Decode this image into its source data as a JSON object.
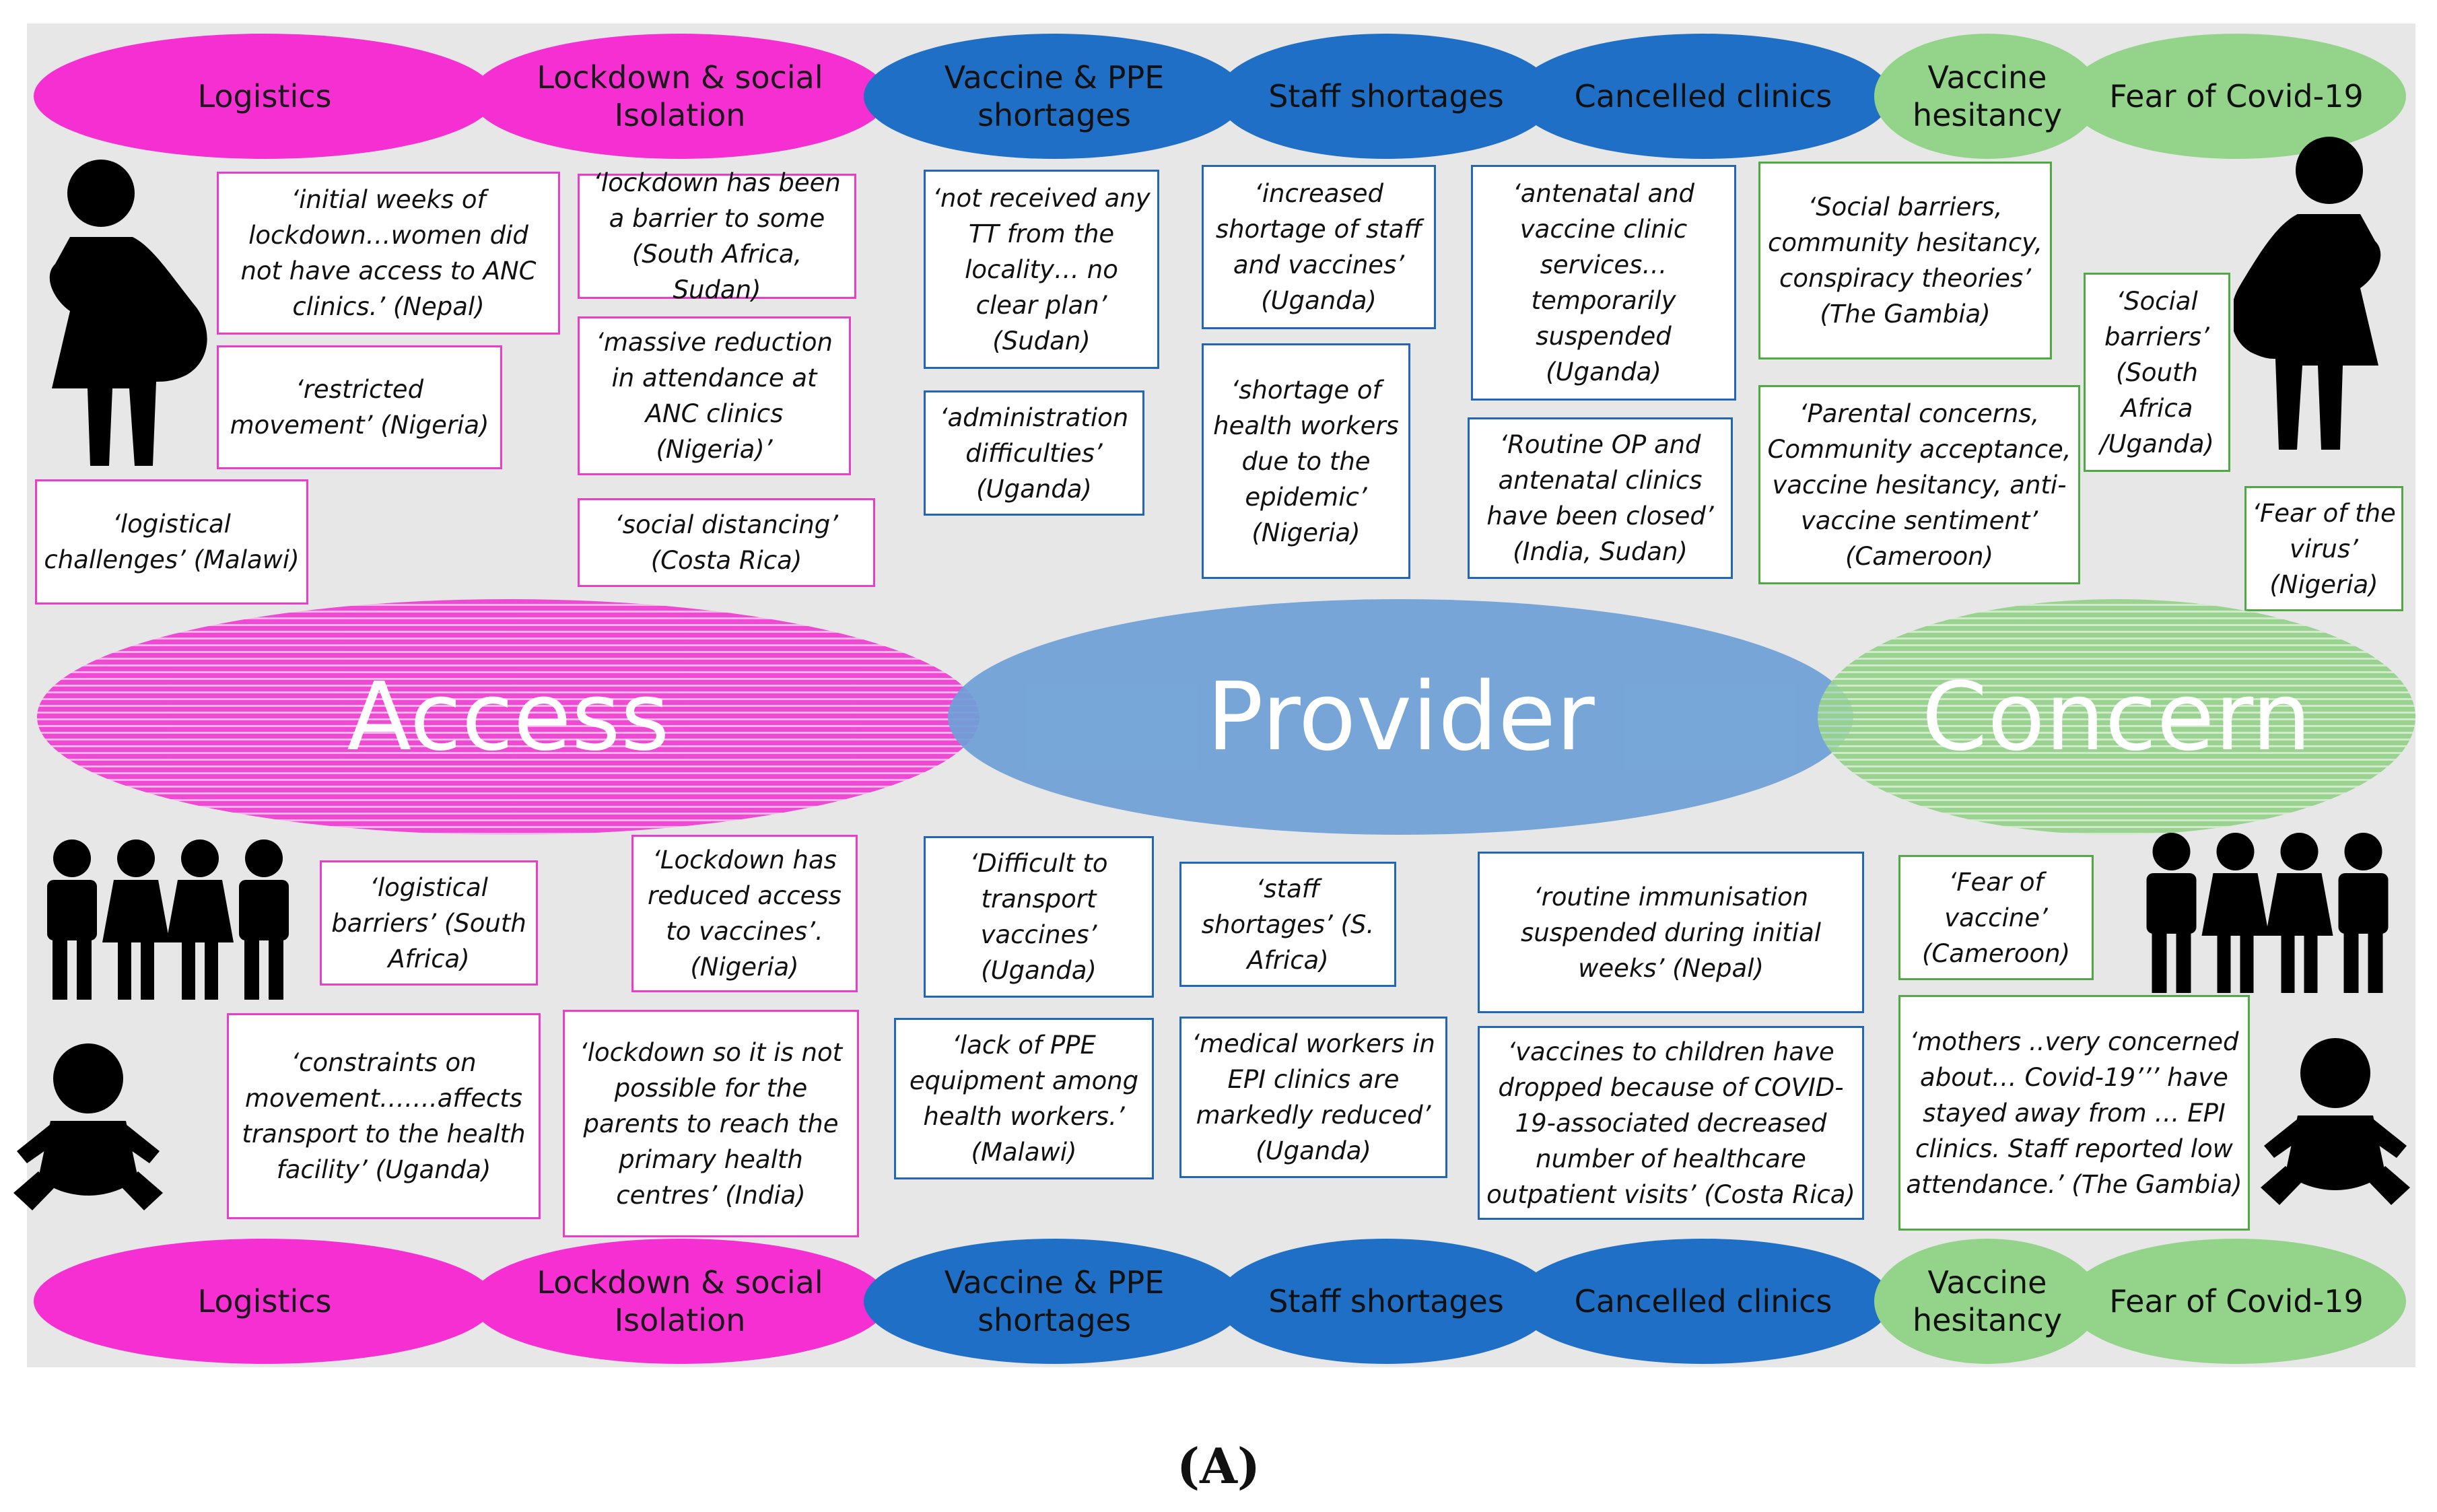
{
  "categories": {
    "logistics": "Logistics",
    "lockdown": "Lockdown & social Isolation",
    "vaccine_ppe": "Vaccine & PPE shortages",
    "staff": "Staff shortages",
    "cancelled": "Cancelled clinics",
    "hesitancy": "Vaccine hesitancy",
    "fear": "Fear of Covid-19"
  },
  "themes": {
    "access": "Access",
    "provider": "Provider",
    "concern": "Concern"
  },
  "quotes_top": {
    "q1": "‘initial weeks of lockdown…women did not have access to ANC clinics.’ (Nepal)",
    "q2": "‘restricted movement’ (Nigeria)",
    "q3": "‘logistical challenges’ (Malawi)",
    "q4": "‘lockdown has been a barrier to some (South Africa, Sudan)",
    "q5": "‘massive reduction in attendance at ANC clinics (Nigeria)’",
    "q6": "‘social distancing’ (Costa Rica)",
    "q7": "‘not received any TT from the locality… no clear plan’ (Sudan)",
    "q8": "‘administration difficulties’ (Uganda)",
    "q9": "‘increased shortage of staff and vaccines’ (Uganda)",
    "q10": "‘shortage of health workers due to the epidemic’ (Nigeria)",
    "q11": "‘antenatal and vaccine clinic services… temporarily suspended (Uganda)",
    "q12": "‘Routine OP and antenatal clinics have been closed’ (India, Sudan)",
    "q13": "‘Social barriers, community hesitancy, conspiracy theories’ (The Gambia)",
    "q14": "‘Parental concerns, Community acceptance, vaccine hesitancy, anti-vaccine sentiment’ (Cameroon)",
    "q15": "‘Social barriers’ (South Africa /Uganda)",
    "q16": "‘Fear of the virus’ (Nigeria)"
  },
  "quotes_bottom": {
    "q1": "‘logistical barriers’ (South Africa)",
    "q2": "‘constraints on movement…….affects transport to the health facility’ (Uganda)",
    "q3": "‘Lockdown has reduced access to vaccines’. (Nigeria)",
    "q4": "‘lockdown so it is not possible for the parents to reach the primary health centres’ (India)",
    "q5": "‘Difficult to transport vaccines’ (Uganda)",
    "q6": "‘lack of PPE equipment among health workers.’ (Malawi)",
    "q7": "‘staff shortages’ (S. Africa)",
    "q8": "‘medical workers in EPI clinics are markedly reduced’ (Uganda)",
    "q9": "‘routine immunisation suspended during initial weeks’ (Nepal)",
    "q10": "‘vaccines to children have dropped because of COVID-19-associated decreased number of healthcare outpatient visits’ (Costa Rica)",
    "q11": "‘Fear of vaccine’ (Cameroon)",
    "q12": "‘mothers ..very concerned about… Covid-19’’’ have stayed away from … EPI clinics. Staff reported low attendance.’ (The Gambia)"
  },
  "caption": "(A)",
  "colors": {
    "access": "#f52fd2",
    "provider": "#1f6fc6",
    "concern": "#94d48a",
    "panel": "#e7e7e7"
  },
  "icons": [
    "pregnant-woman-icon",
    "children-icon",
    "baby-icon"
  ]
}
